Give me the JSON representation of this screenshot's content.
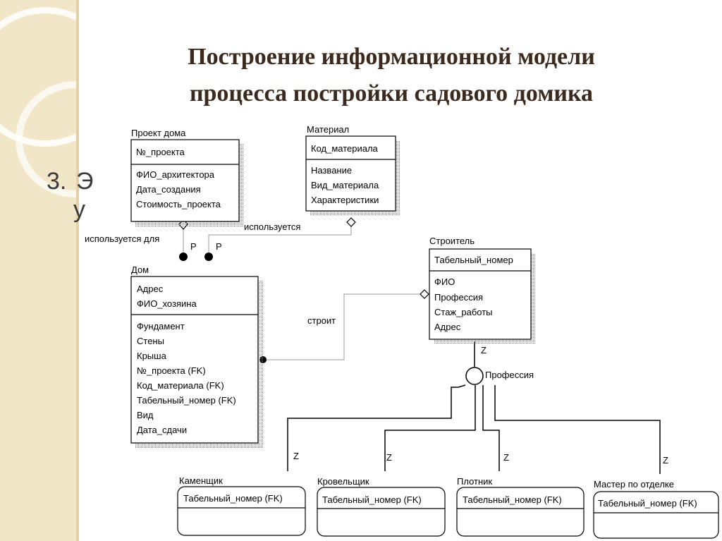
{
  "slide": {
    "title_line1": "Построение информационной модели",
    "title_line2": "процесса постройки садового домика",
    "bg_number": "3.",
    "bg_fragment_1": "Э",
    "bg_fragment_2": "у"
  },
  "entities": {
    "project": {
      "name": "Проект дома",
      "key": [
        "№_проекта"
      ],
      "attrs": [
        "ФИО_архитектора",
        "Дата_создания",
        "Стоимость_проекта"
      ]
    },
    "material": {
      "name": "Материал",
      "key": [
        "Код_материала"
      ],
      "attrs": [
        "Название",
        "Вид_материала",
        "Характеристики"
      ]
    },
    "builder": {
      "name": "Строитель",
      "key": [
        "Табельный_номер"
      ],
      "attrs": [
        "ФИО",
        "Профессия",
        "Стаж_работы",
        "Адрес"
      ]
    },
    "house": {
      "name": "Дом",
      "key": [
        "Адрес",
        "ФИО_хозяина"
      ],
      "attrs": [
        "Фундамент",
        "Стены",
        "Крыша",
        "№_проекта (FK)",
        "Код_материала (FK)",
        "Табельный_номер (FK)",
        "Вид",
        "Дата_сдачи"
      ]
    },
    "mason": {
      "name": "Каменщик",
      "key": [
        "Табельный_номер (FK)"
      ]
    },
    "roofer": {
      "name": "Кровельщик",
      "key": [
        "Табельный_номер (FK)"
      ]
    },
    "carpenter": {
      "name": "Плотник",
      "key": [
        "Табельный_номер (FK)"
      ]
    },
    "finisher": {
      "name": "Мастер по отделке",
      "key": [
        "Табельный_номер (FK)"
      ]
    }
  },
  "relationships": {
    "project_house": "используется для",
    "material_house": "используется",
    "builder_house": "строит",
    "cardinality_p": "P",
    "cardinality_z": "Z",
    "discriminator": "Профессия"
  }
}
